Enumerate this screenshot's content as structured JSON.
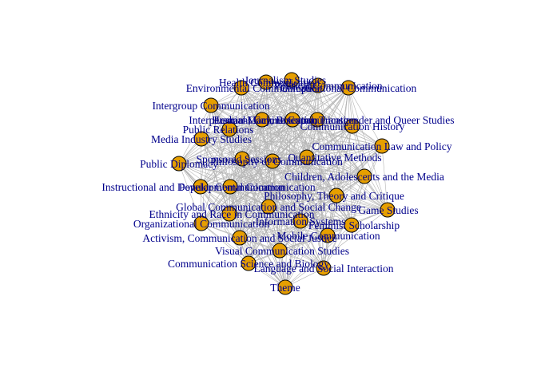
{
  "network": {
    "background": "#ffffff",
    "node_fill": "#e69f00",
    "node_stroke": "#000000",
    "edge_color": "#b4b4b4",
    "label_color": "#00008b",
    "nodes": [
      {
        "id": 1,
        "label": "Journalism Studies"
      },
      {
        "id": 2,
        "label": "Health Communication"
      },
      {
        "id": 3,
        "label": "Political Communication"
      },
      {
        "id": 4,
        "label": "Environmental Communication"
      },
      {
        "id": 5,
        "label": "Computational Communication"
      },
      {
        "id": 6,
        "label": "Intergroup Communication"
      },
      {
        "id": 7,
        "label": "Interpersonal Communication"
      },
      {
        "id": 8,
        "label": "Human-Machine Communication"
      },
      {
        "id": 9,
        "label": "Lesbian, Gay, Bisexual, Transgender and Queer Studies"
      },
      {
        "id": 10,
        "label": "Public Relations"
      },
      {
        "id": 11,
        "label": "Communication History"
      },
      {
        "id": 12,
        "label": "Media Industry Studies"
      },
      {
        "id": 13,
        "label": "Communication Law and Policy"
      },
      {
        "id": 14,
        "label": "Quantitative Methods"
      },
      {
        "id": 15,
        "label": "Public Diplomacy"
      },
      {
        "id": 16,
        "label": "Sponsored Sessions"
      },
      {
        "id": 17,
        "label": "Philosophy of Communication"
      },
      {
        "id": 18,
        "label": "Children, Adolescents and the Media"
      },
      {
        "id": 19,
        "label": "Instructional and Developmental Communication"
      },
      {
        "id": 20,
        "label": "Popular Communication"
      },
      {
        "id": 21,
        "label": "Philosophy, Theory and Critique"
      },
      {
        "id": 22,
        "label": "Game Studies"
      },
      {
        "id": 23,
        "label": "Global Communication and Social Change"
      },
      {
        "id": 24,
        "label": "Ethnicity and Race in Communication"
      },
      {
        "id": 25,
        "label": "Information Systems"
      },
      {
        "id": 26,
        "label": "Feminist Scholarship"
      },
      {
        "id": 27,
        "label": "Organizational Communication"
      },
      {
        "id": 28,
        "label": "Mobile Communication"
      },
      {
        "id": 29,
        "label": "Activism, Communication and Social Justice"
      },
      {
        "id": 30,
        "label": "Visual Communication Studies"
      },
      {
        "id": 31,
        "label": "Communication Science and Biology"
      },
      {
        "id": 32,
        "label": "Language and Social Interaction"
      },
      {
        "id": 33,
        "label": "Theme"
      }
    ]
  }
}
